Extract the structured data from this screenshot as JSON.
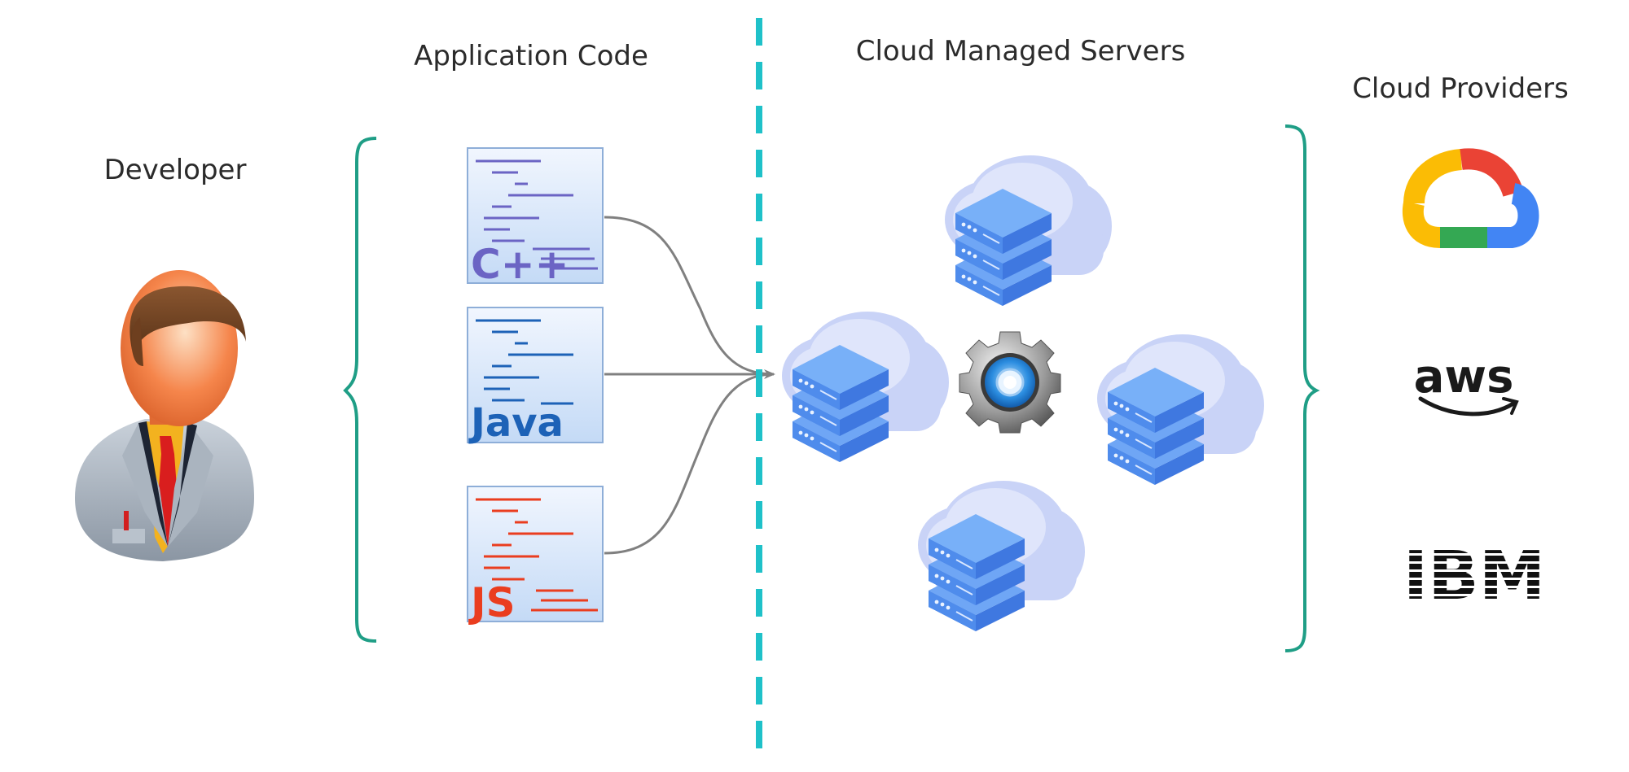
{
  "labels": {
    "developer": "Developer",
    "application_code": "Application Code",
    "cloud_managed_servers": "Cloud Managed Servers",
    "cloud_providers": "Cloud Providers"
  },
  "code_files": [
    {
      "language": "C++",
      "color": "#6b64c4"
    },
    {
      "language": "Java",
      "color": "#1d62b7"
    },
    {
      "language": "JS",
      "color": "#ea3d1f"
    }
  ],
  "providers": {
    "aws": "aws",
    "ibm": "IBM"
  },
  "colors": {
    "brace": "#1f9e86",
    "divider": "#1fc1c9",
    "arrow": "#808080",
    "file_bg": "#dce9fa",
    "file_border": "#8eaed8",
    "server_blue": "#4c8ef2",
    "cloud": "#c7d2f6",
    "google_red": "#ea4335",
    "google_yellow": "#fbbc05",
    "google_green": "#34a853",
    "google_blue": "#4285f4"
  },
  "icons": [
    "developer-icon",
    "gear-icon",
    "server-cloud-icon",
    "google-cloud-logo",
    "aws-logo",
    "ibm-logo"
  ]
}
